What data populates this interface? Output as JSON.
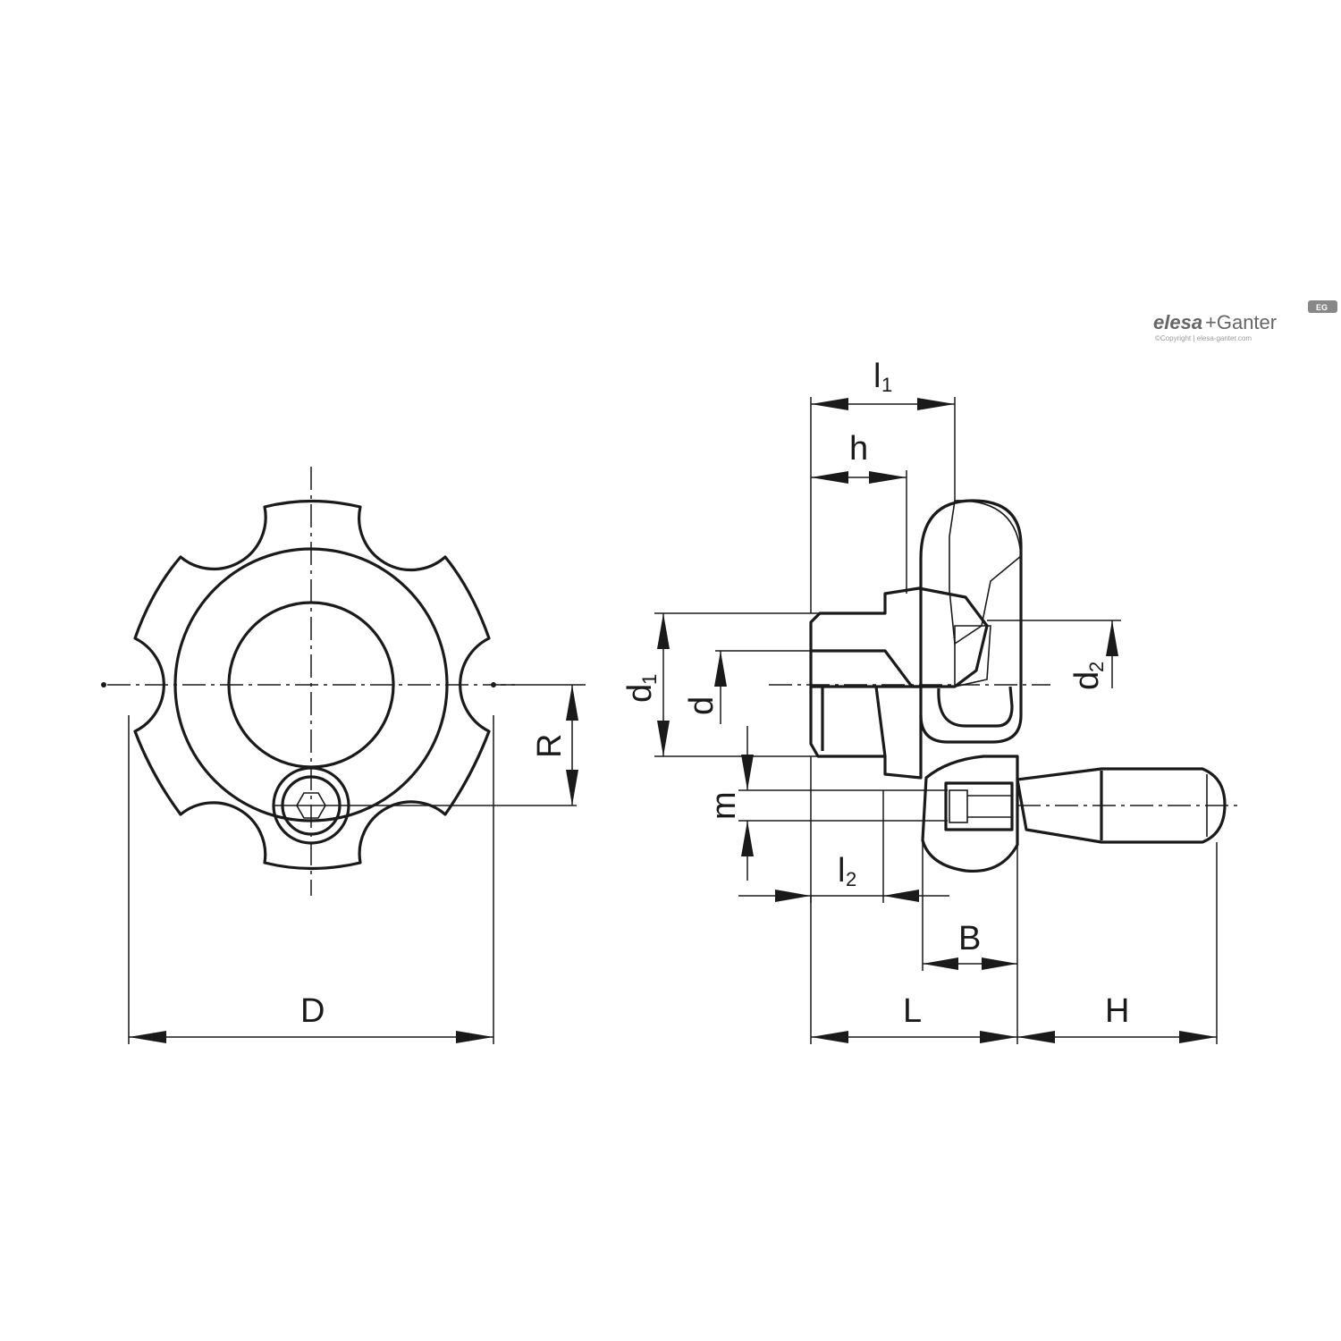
{
  "brand": {
    "name_bold": "elesa",
    "name_rest": "+Ganter",
    "copyright": "©Copyright | elesa-ganter.com",
    "seal": "EG"
  },
  "labels": {
    "D": "D",
    "R": "R",
    "l1_main": "l",
    "l1_sub": "1",
    "h": "h",
    "d1_main": "d",
    "d1_sub": "1",
    "d": "d",
    "d2_main": "d",
    "d2_sub": "2",
    "m": "m",
    "l2_main": "l",
    "l2_sub": "2",
    "B": "B",
    "L": "L",
    "H": "H"
  }
}
